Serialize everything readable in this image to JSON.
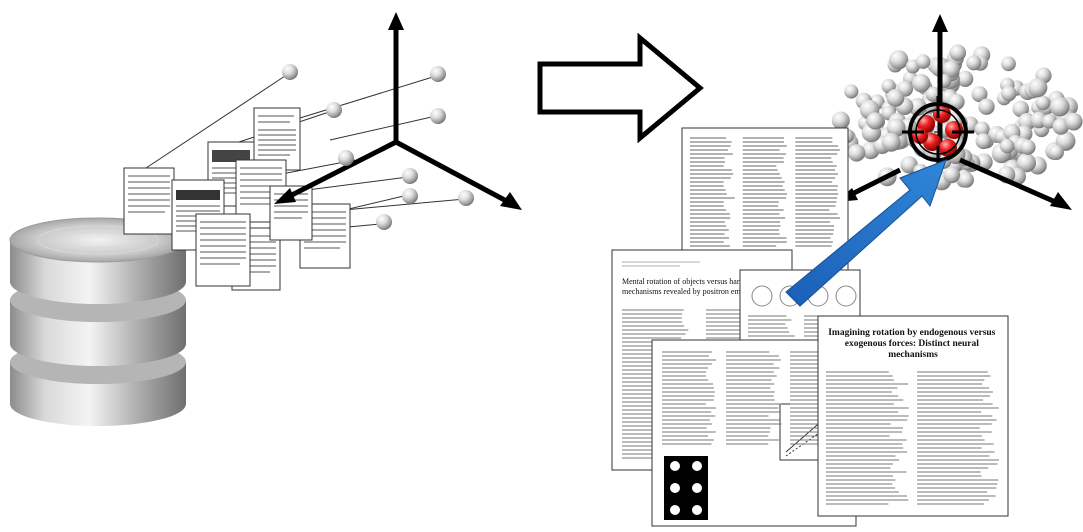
{
  "diagram": {
    "left_panel": {
      "database_icon": "database-cylinder-stack",
      "paper_count": 9,
      "axes": "3d-coordinate-axes"
    },
    "transition_arrow": "hollow-right-arrow",
    "right_panel": {
      "search_target": "crosshair-icon",
      "query_arrow": "blue-arrow",
      "papers": {
        "paper_1": {
          "title": "Mental rotation of objects versus hands: Neural mechanisms revealed by positron emission tomography"
        },
        "paper_2": {
          "title": "Imagining rotation by endogenous versus exogenous forces: Distinct neural mechanisms"
        }
      }
    }
  }
}
